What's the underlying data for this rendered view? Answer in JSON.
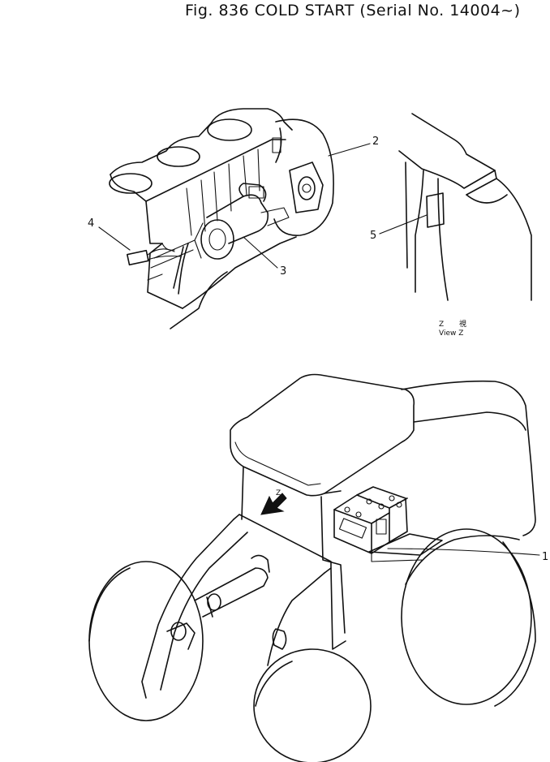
{
  "figure": {
    "title": "Fig. 836 COLD START",
    "serial": "(Serial No. 14004~)"
  },
  "callouts": {
    "c1": "1",
    "c2": "2",
    "c3": "3",
    "c4": "4",
    "c5": "5"
  },
  "view": {
    "z_mark": "Z",
    "z_kanji": "視",
    "view_label": "View Z",
    "arrow_label": "Z"
  }
}
